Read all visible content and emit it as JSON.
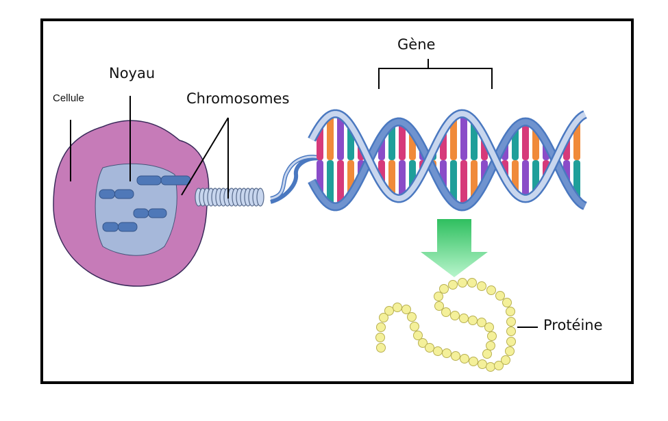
{
  "labels": {
    "cell": "Cellule",
    "nucleus": "Noyau",
    "chromosomes": "Chromosomes",
    "gene": "Gène",
    "protein": "Protéine"
  },
  "colors": {
    "cell": "#c67bb8",
    "nucleus": "#a6b8da",
    "chromosome": "#4f78b8",
    "dna_backbone": "#4a78c0",
    "dna_backbone_light": "#c8d6ee",
    "base_pairs": [
      "#d63a7a",
      "#f08a3a",
      "#8a4cc8",
      "#1f9f9a"
    ],
    "arrow": "#3fcf6f",
    "protein_bead": "#f4f09a"
  }
}
